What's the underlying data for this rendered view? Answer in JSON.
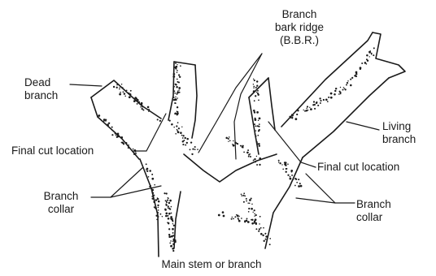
{
  "labels": {
    "bbr": "Branch\nbark ridge\n(B.B.R.)",
    "dead_branch": "Dead\nbranch",
    "living_branch": "Living\nbranch",
    "final_cut_left": "Final cut location",
    "final_cut_right": "Final cut location",
    "collar_left": "Branch\ncollar",
    "collar_right": "Branch\ncollar",
    "main_stem": "Main stem or branch"
  },
  "colors": {
    "ink": "#1a1a1a",
    "background": "#ffffff"
  }
}
